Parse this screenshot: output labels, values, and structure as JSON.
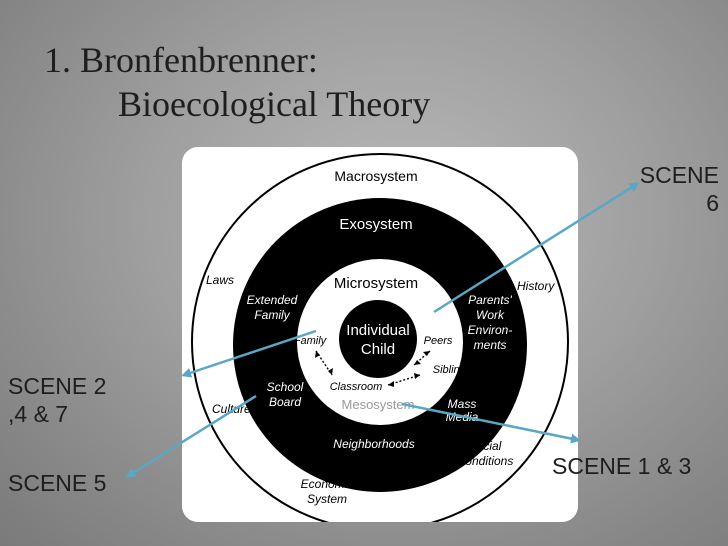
{
  "title": {
    "line1": "1. Bronfenbrenner:",
    "line2": "Bioecological Theory"
  },
  "diagram": {
    "macrosystem": "Macrosystem",
    "exosystem": "Exosystem",
    "microsystem": "Microsystem",
    "mesosystem": "Mesosystem",
    "center_line1": "Individual",
    "center_line2": "Child",
    "labels": {
      "laws": "Laws",
      "history": "History",
      "culture": "Culture",
      "economic_line1": "Economic",
      "economic_line2": "System",
      "extended_line1": "Extended",
      "extended_line2": "Family",
      "parents_line1": "Parents'",
      "parents_line2": "Work",
      "parents_line3": "Environ-",
      "parents_line4": "ments",
      "school_line1": "School",
      "school_line2": "Board",
      "mass_line1": "Mass",
      "mass_line2": "Media",
      "social_line1": "Social",
      "social_line2": "Conditions",
      "neighborhoods": "Neighborhoods",
      "family": "Family",
      "peers": "Peers",
      "siblings": "Siblings",
      "classroom": "Classroom"
    }
  },
  "scenes": {
    "scene6_line1": "SCENE",
    "scene6_line2": "6",
    "scene247_line1": "SCENE  2",
    "scene247_line2": ",4 & 7",
    "scene5": "SCENE 5",
    "scene13": "SCENE 1 & 3"
  },
  "colors": {
    "arrow": "#5aa7c4",
    "ring_dark": "#000000",
    "panel": "#ffffff"
  }
}
